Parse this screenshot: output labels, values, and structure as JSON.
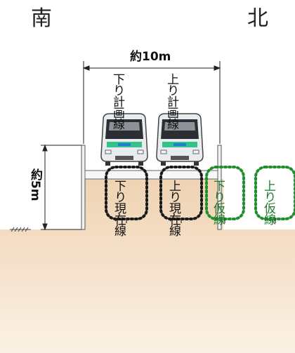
{
  "directions": {
    "south": "南",
    "north": "北"
  },
  "dimensions": {
    "width_label": "約10m",
    "depth_label": "約5m"
  },
  "tracks": {
    "planned_down": "下り計画線",
    "planned_up": "上り計画線",
    "current_down": "下り現在線",
    "current_up": "上り現在線",
    "temp_down": "下り仮線",
    "temp_up": "上り仮線"
  },
  "colors": {
    "soil_top": "#efd3b3",
    "soil_bottom": "#fbf1e4",
    "current_outline": "#1a1a1a",
    "temporary_outline": "#1f8f2e",
    "train_body": "#e9ecee",
    "train_accent": "#36c08a"
  }
}
